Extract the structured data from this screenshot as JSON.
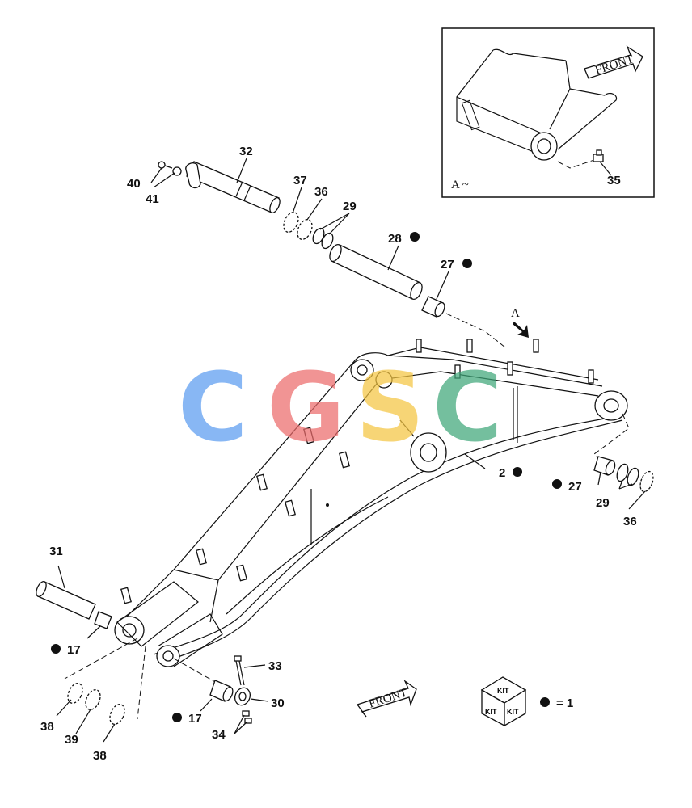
{
  "labels": {
    "p2": "2",
    "p17a": "17",
    "p17b": "17",
    "p27a": "27",
    "p27b": "27",
    "p28": "28",
    "p29a": "29",
    "p29b": "29",
    "p30": "30",
    "p31": "31",
    "p32": "32",
    "p33": "33",
    "p34": "34",
    "p35": "35",
    "p36a": "36",
    "p36b": "36",
    "p37": "37",
    "p38a": "38",
    "p38b": "38",
    "p39": "39",
    "p40": "40",
    "p41": "41"
  },
  "arrow_a": "A",
  "inset": {
    "caption": "A ~",
    "front": "FRONT"
  },
  "front_arrow": "FRONT",
  "kit": {
    "top": "KIT",
    "left": "KIT",
    "right": "KIT",
    "legend": "= 1"
  },
  "watermark": {
    "letters": [
      "C",
      "G",
      "S",
      "C"
    ],
    "colors": [
      "#5b9cf0",
      "#ec6b6b",
      "#f5c542",
      "#3fa77a"
    ]
  }
}
